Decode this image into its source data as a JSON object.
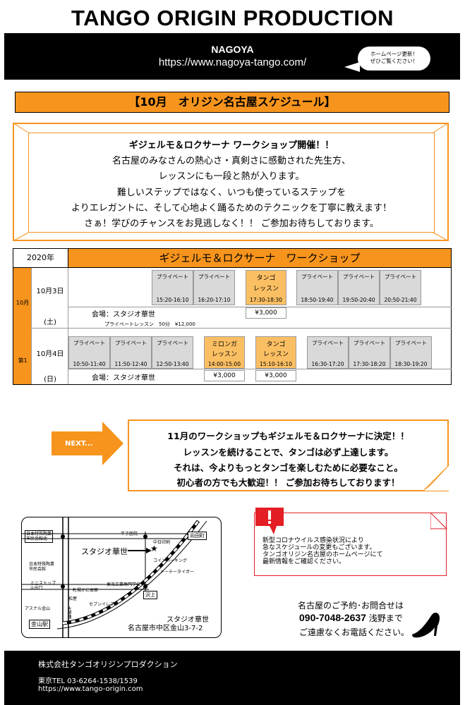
{
  "header": {
    "title": "TANGO ORIGIN PRODUCTION",
    "city": "NAGOYA",
    "url": "https://www.nagoya-tango.com/",
    "bubble_line1": "ホームページ更新！",
    "bubble_line2": "ぜひご覧ください！"
  },
  "schedule_title": "【10月　オリジン名古屋スケジュール】",
  "announcement": {
    "line1": "ギジェルモ＆ロクサーナ ワークショップ開催！！",
    "line2": "名古屋のみなさんの熱心さ・真剣さに感動された先生方、",
    "line3": "レッスンにも一段と熱が入ります。",
    "line4": "難しいステップではなく、いつも使っているステップを",
    "line5": "よりエレガントに、そして心地よく踊るためのテクニックを丁寧に教えます！",
    "line6": "さぁ！学びのチャンスをお見逃しなく！！ ご参加お待ちしております。"
  },
  "table": {
    "year": "2020年",
    "heading": "ギジェルモ＆ロクサーナ　ワークショップ",
    "month": "10月",
    "week": "第1",
    "day1": {
      "date": "10月3日",
      "weekday": "(土)",
      "slots": [
        {
          "label": "プライベート",
          "time": "15:20-16:10",
          "type": "private"
        },
        {
          "label": "プライベート",
          "time": "16:20-17:10",
          "type": "private"
        },
        {
          "label1": "タンゴ",
          "label2": "レッスン",
          "time": "17:30-18:30",
          "type": "lesson"
        },
        {
          "label": "プライベート",
          "time": "18:50-19:40",
          "type": "private"
        },
        {
          "label": "プライベート",
          "time": "19:50-20:40",
          "type": "private"
        },
        {
          "label": "プライベート",
          "time": "20:50-21:40",
          "type": "private"
        }
      ],
      "venue": "会場：スタジオ華世",
      "price_note": "プライベートレッスン　50分　¥12,000",
      "price": "¥3,000"
    },
    "day2": {
      "date": "10月4日",
      "weekday": "(日)",
      "slots": [
        {
          "label": "プライベート",
          "time": "10:50-11:40",
          "type": "private"
        },
        {
          "label": "プライベート",
          "time": "11:50-12:40",
          "type": "private"
        },
        {
          "label": "プライベート",
          "time": "12:50-13:40",
          "type": "private"
        },
        {
          "label1": "ミロンガ",
          "label2": "レッスン",
          "time": "14:00-15:00",
          "type": "lesson"
        },
        {
          "label1": "タンゴ",
          "label2": "レッスン",
          "time": "15:10-16:10",
          "type": "lesson"
        },
        {
          "label": "プライベート",
          "time": "16:30-17:20",
          "type": "private"
        },
        {
          "label": "プライベート",
          "time": "17:30-18:20",
          "type": "private"
        },
        {
          "label": "プライベート",
          "time": "18:30-19:20",
          "type": "private"
        }
      ],
      "venue": "会場：スタジオ華世",
      "price1": "¥3,000",
      "price2": "¥3,000"
    }
  },
  "next": {
    "arrow_label": "NEXT...",
    "line1": "11月のワークショップもギジェルモ＆ロクサーナに決定！！",
    "line2": "レッスンを続けることで、タンゴは必ず上達します。",
    "line3": "それは、今よりもっとタンゴを楽しむために必要なこと。",
    "line4": "初心者の方でも大歓迎！！ ご参加お待ちしております！"
  },
  "map": {
    "labels": {
      "school_north": "日本特殊陶業\n市民会館北",
      "school_west": "日本特殊陶業\n市民会館",
      "mini_stop": "ミニストップ\n①出口",
      "sapporo": "札幌かに本家",
      "matsuya": "松屋",
      "seven": "セブンイレブン",
      "asunal": "アスナル金山",
      "ohtsu": "大津通",
      "kanayama_station": "金山駅",
      "heiko": "平子医院",
      "print": "中日印刷",
      "parking": "コインパーキング",
      "tokai": "東海工業専門学校",
      "tiger": "トーテータイガー",
      "mukoda": "向田町",
      "sawakami": "沢上",
      "studio": "スタジオ華世",
      "address_name": "スタジオ華世",
      "address": "名古屋市中区金山3-7-2"
    }
  },
  "notice": {
    "line1": "新型コロナウイルス感染状況により",
    "line2": "急なスケジュールの変更もございます。",
    "line3": "タンゴオリジン名古屋のホームページにて",
    "line4": "最新情報をご確認ください。"
  },
  "contact": {
    "line1": "名古屋のご予約･お問合せは",
    "phone": "090-7048-2637",
    "person": " 浅野まで",
    "line3": "ご遠慮なくお電話ください。"
  },
  "footer": {
    "company": "株式会社タンゴオリジンプロダクション",
    "tel": "東京TEL 03-6264-1538/1539",
    "url": "https://www.tango-origin.com"
  },
  "colors": {
    "accent": "#f7941d",
    "lesson": "#fbbf63",
    "private": "#d9d9d9",
    "warning": "#e31e24"
  }
}
